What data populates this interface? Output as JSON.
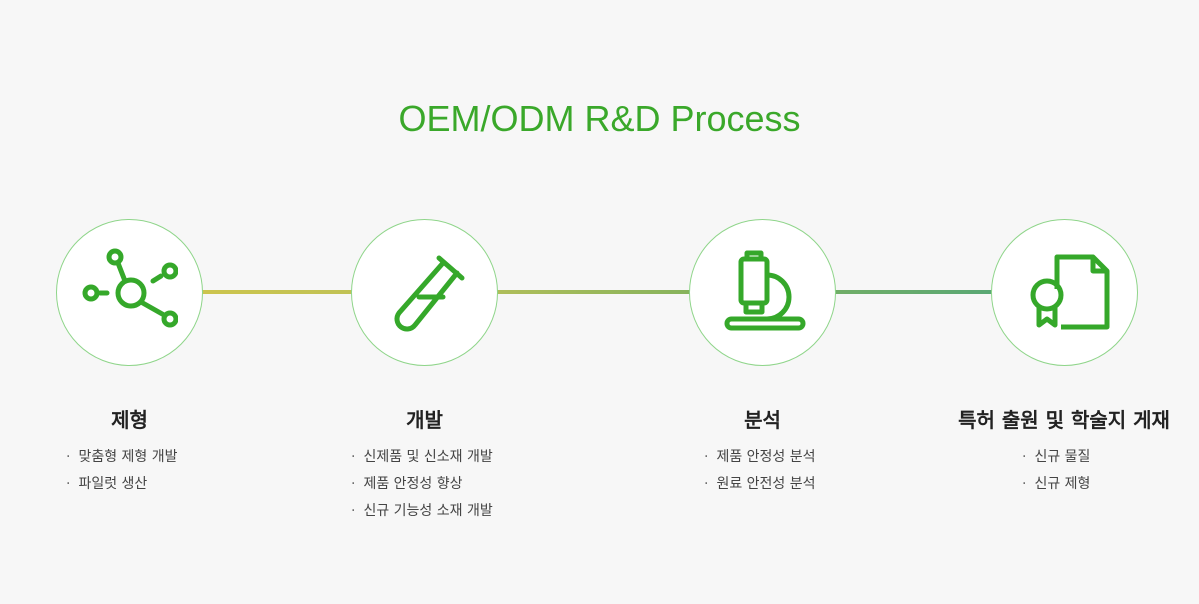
{
  "title": "OEM/ODM R&D Process",
  "steps": [
    {
      "title": "제형",
      "icon": "molecule-icon",
      "items": [
        "맞춤형 제형 개발",
        "파일럿 생산"
      ]
    },
    {
      "title": "개발",
      "icon": "test-tube-icon",
      "items": [
        "신제품 및 신소재 개발",
        "제품 안정성 향상",
        "신규 기능성 소재 개발"
      ]
    },
    {
      "title": "분석",
      "icon": "microscope-icon",
      "items": [
        "제품 안정성 분석",
        "원료 안전성 분석"
      ]
    },
    {
      "title": "특허 출원 및 학술지 게재",
      "icon": "certificate-icon",
      "items": [
        "신규 물질",
        "신규 제형"
      ]
    }
  ],
  "colors": {
    "accent": "#3aa82a"
  }
}
